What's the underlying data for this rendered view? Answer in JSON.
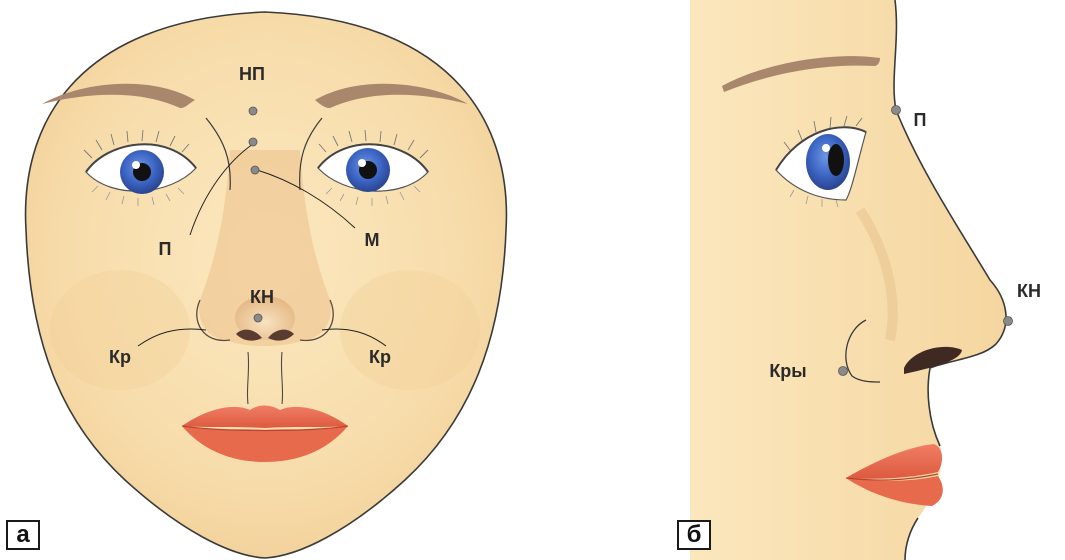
{
  "panels": [
    {
      "tag": "а",
      "view": "front",
      "points": [
        {
          "label": "НП"
        },
        {
          "label": "П"
        },
        {
          "label": "М"
        },
        {
          "label": "КН"
        },
        {
          "label": "Кр"
        },
        {
          "label": "Кр"
        }
      ]
    },
    {
      "tag": "б",
      "view": "profile",
      "points": [
        {
          "label": "П"
        },
        {
          "label": "КН"
        },
        {
          "label": "Кры"
        }
      ]
    }
  ],
  "colors": {
    "skin": "#f7dfae",
    "skin_shadow": "#edc48c",
    "iris": "#3b63c2",
    "lips": "#e8694f",
    "outline": "#3b3b3b",
    "eyebrow": "#a8876d",
    "point": "#8a8a8a"
  }
}
